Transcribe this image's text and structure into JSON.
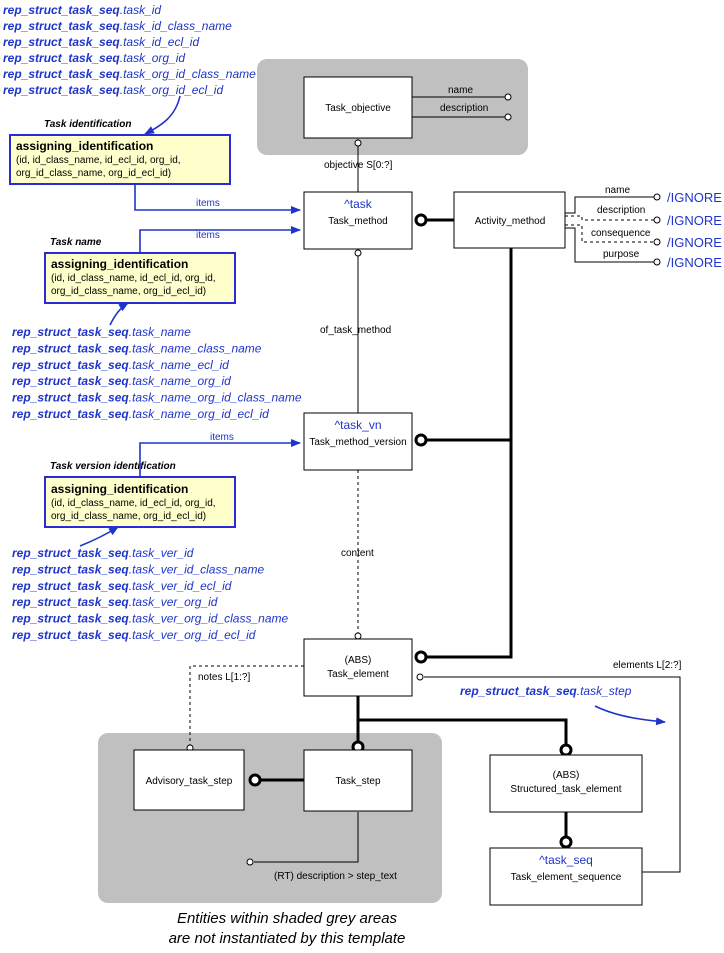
{
  "top_refs": [
    {
      "bold": "rep_struct_task_seq",
      "rest": ".task_id"
    },
    {
      "bold": "rep_struct_task_seq",
      "rest": ".task_id_class_name"
    },
    {
      "bold": "rep_struct_task_seq",
      "rest": ".task_id_ecl_id"
    },
    {
      "bold": "rep_struct_task_seq",
      "rest": ".task_org_id"
    },
    {
      "bold": "rep_struct_task_seq",
      "rest": ".task_org_id_class_name"
    },
    {
      "bold": "rep_struct_task_seq",
      "rest": ".task_org_id_ecl_id"
    }
  ],
  "name_refs": [
    {
      "bold": "rep_struct_task_seq",
      "rest": ".task_name"
    },
    {
      "bold": "rep_struct_task_seq",
      "rest": ".task_name_class_name"
    },
    {
      "bold": "rep_struct_task_seq",
      "rest": ".task_name_ecl_id"
    },
    {
      "bold": "rep_struct_task_seq",
      "rest": ".task_name_org_id"
    },
    {
      "bold": "rep_struct_task_seq",
      "rest": ".task_name_org_id_class_name"
    },
    {
      "bold": "rep_struct_task_seq",
      "rest": ".task_name_org_id_ecl_id"
    }
  ],
  "ver_refs": [
    {
      "bold": "rep_struct_task_seq",
      "rest": ".task_ver_id"
    },
    {
      "bold": "rep_struct_task_seq",
      "rest": ".task_ver_id_class_name"
    },
    {
      "bold": "rep_struct_task_seq",
      "rest": ".task_ver_id_ecl_id"
    },
    {
      "bold": "rep_struct_task_seq",
      "rest": ".task_ver_org_id"
    },
    {
      "bold": "rep_struct_task_seq",
      "rest": ".task_ver_org_id_class_name"
    },
    {
      "bold": "rep_struct_task_seq",
      "rest": ".task_ver_org_id_ecl_id"
    }
  ],
  "step_ref": {
    "bold": "rep_struct_task_seq",
    "rest": ".task_step"
  },
  "assign_boxes": {
    "id": {
      "caption": "Task identification",
      "title": "assigning_identification",
      "line1": "(id, id_class_name, id_ecl_id, org_id,",
      "line2": "org_id_class_name, org_id_ecl_id)"
    },
    "name": {
      "caption": "Task name",
      "title": "assigning_identification",
      "line1": "(id, id_class_name, id_ecl_id, org_id,",
      "line2": "org_id_class_name, org_id_ecl_id)"
    },
    "ver": {
      "caption": "Task version identification",
      "title": "assigning_identification",
      "line1": "(id, id_class_name, id_ecl_id, org_id,",
      "line2": "org_id_class_name, org_id_ecl_id)"
    }
  },
  "entities": {
    "task_objective": {
      "name": "Task_objective"
    },
    "task_method": {
      "ref": "^task",
      "name": "Task_method"
    },
    "activity_method": {
      "name": "Activity_method"
    },
    "task_method_version": {
      "ref": "^task_vn",
      "name": "Task_method_version"
    },
    "task_element": {
      "abs": "(ABS)",
      "name": "Task_element"
    },
    "advisory_task_step": {
      "name": "Advisory_task_step"
    },
    "task_step": {
      "name": "Task_step"
    },
    "structured_task_element": {
      "abs": "(ABS)",
      "name": "Structured_task_element"
    },
    "task_element_sequence": {
      "ref": "^task_seq",
      "name": "Task_element_sequence"
    }
  },
  "labels": {
    "name": "name",
    "description": "description",
    "objective": "objective S[0:?]",
    "items": "items",
    "of_task_method": "of_task_method",
    "content": "content",
    "notes": "notes L[1:?]",
    "elements": "elements L[2:?]",
    "consequence": "consequence",
    "purpose": "purpose",
    "step_text": "(RT) description > step_text"
  },
  "ignore": "/IGNORE",
  "footer": {
    "line1": "Entities within shaded grey areas",
    "line2": "are not instantiated by this template"
  }
}
